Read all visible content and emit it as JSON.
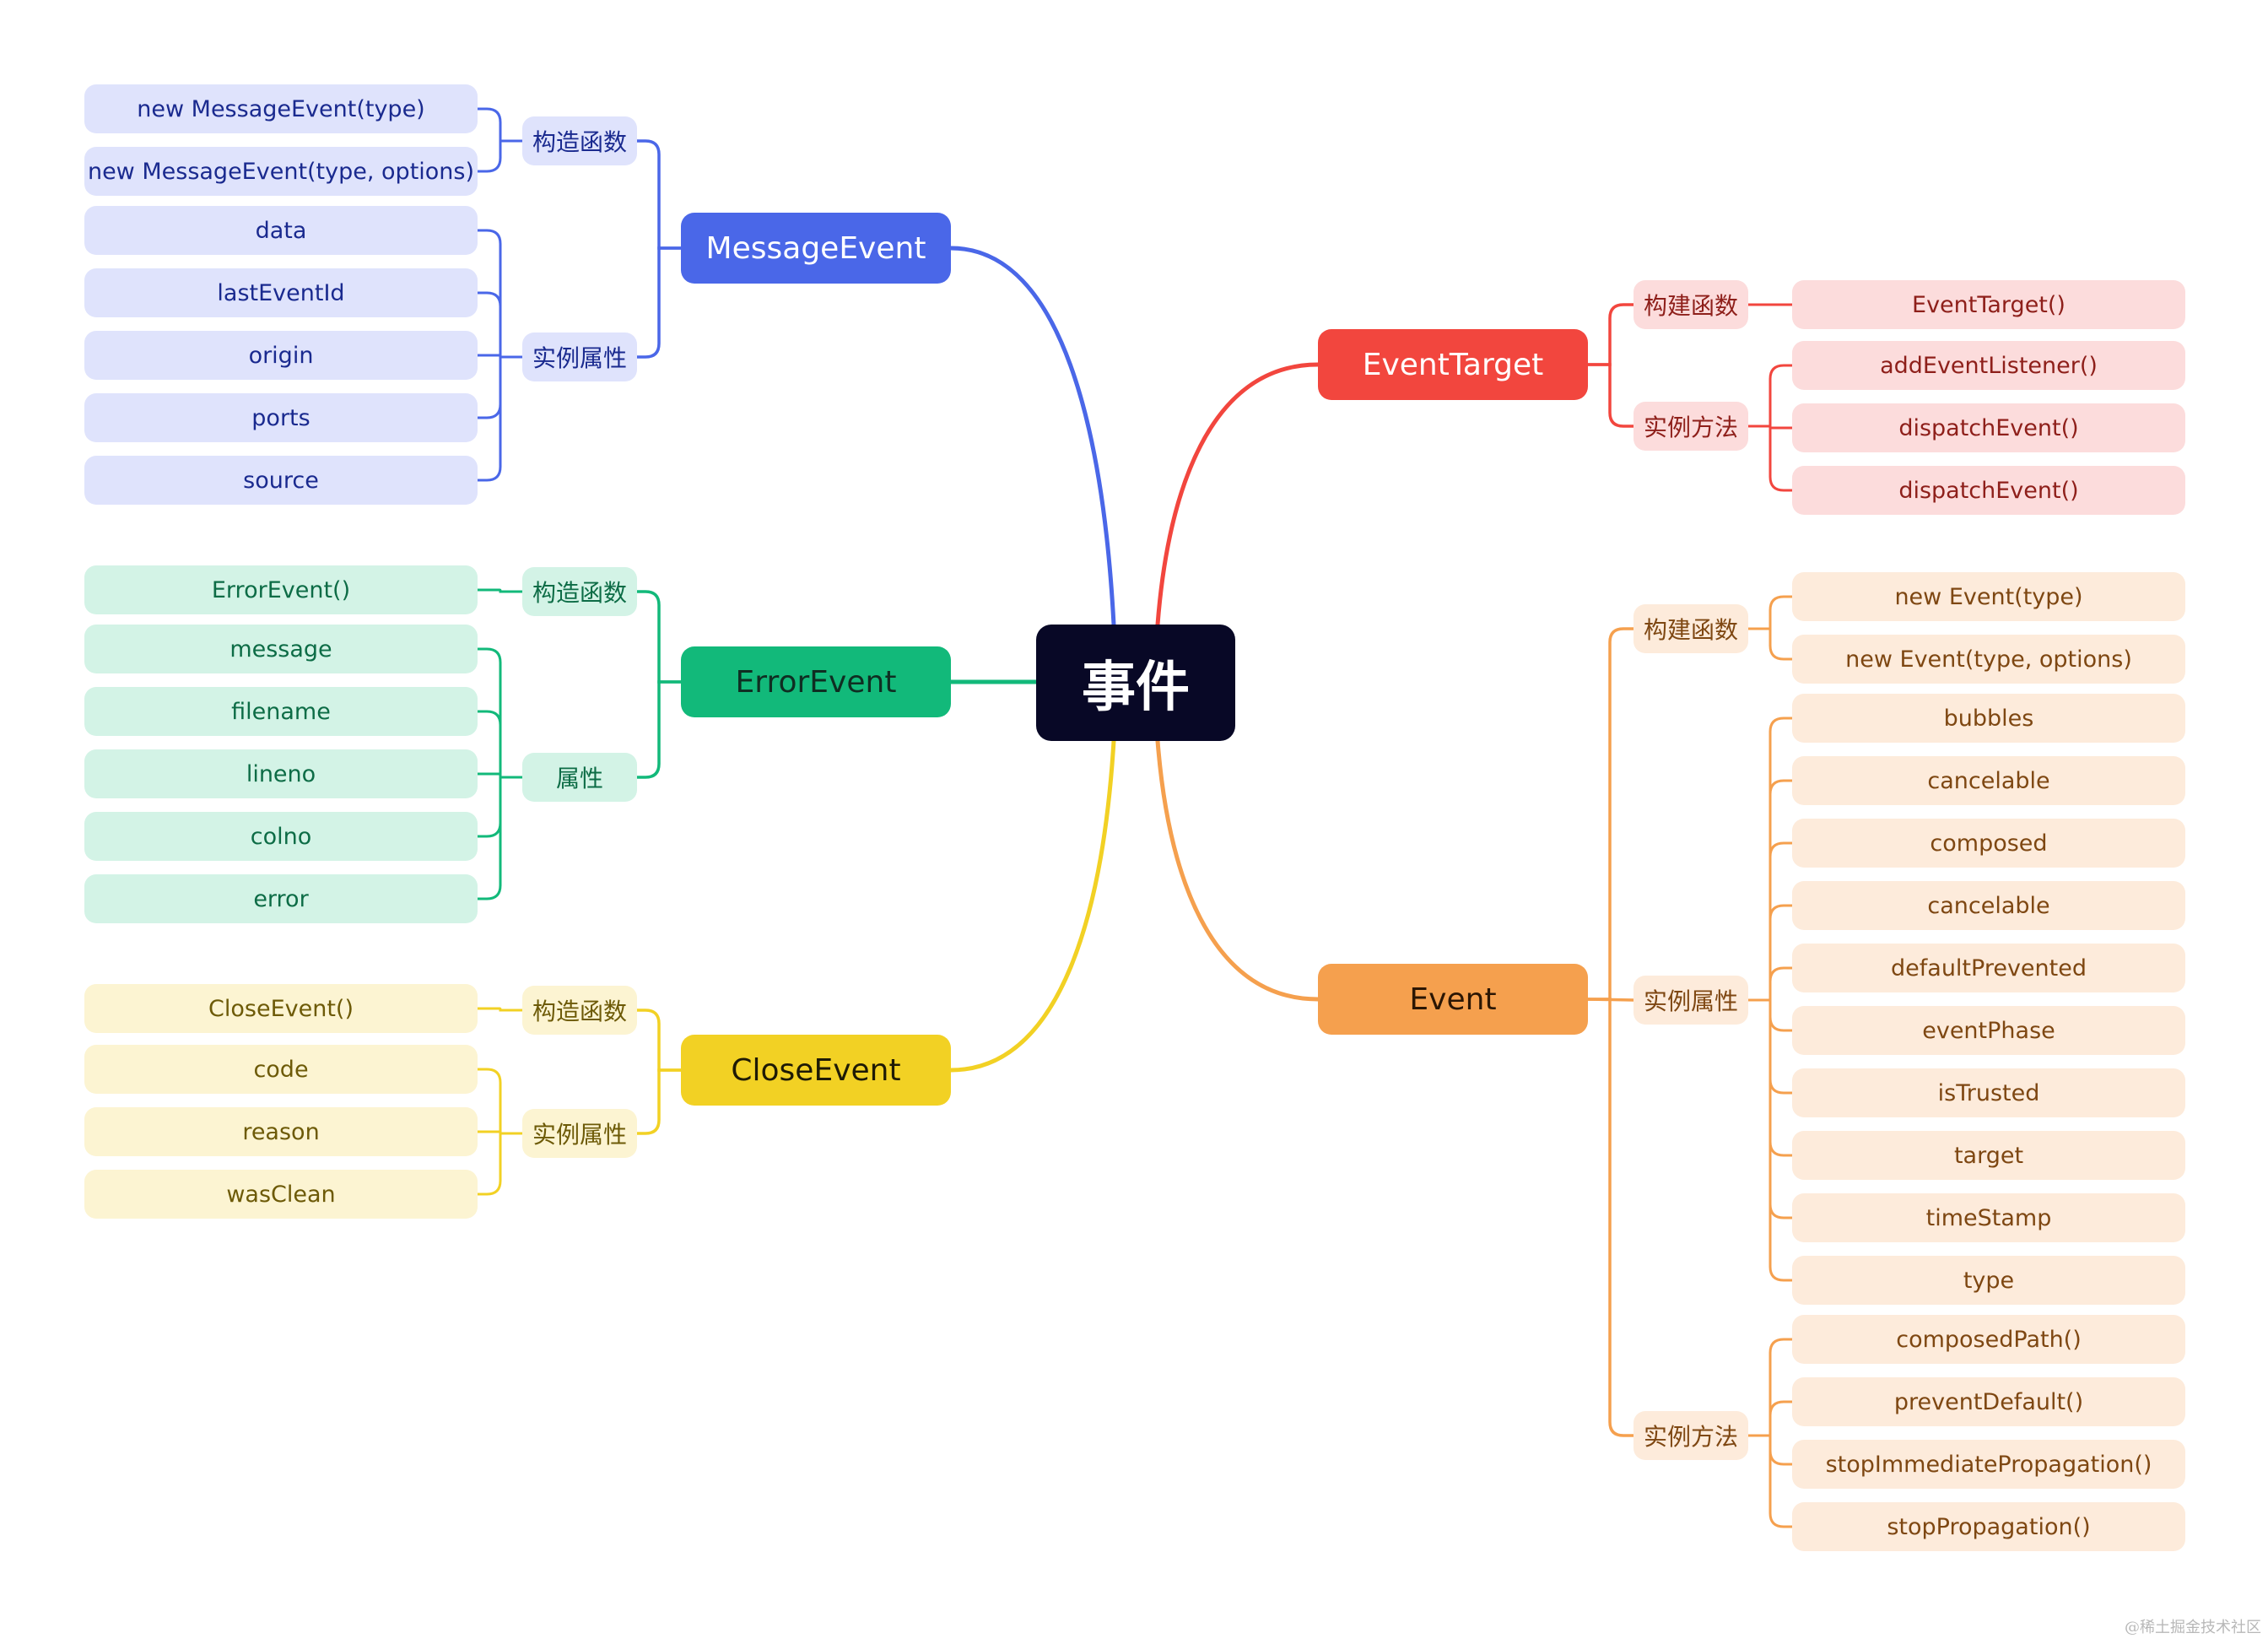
{
  "root": "事件",
  "watermark": "@稀土掘金技术社区",
  "branches": [
    {
      "id": "message",
      "label": "MessageEvent",
      "color": "#4a67e8",
      "light": "#dfe3fc",
      "subtext": "#1a2a8f",
      "textColor": "#ffffff",
      "groups": [
        {
          "label": "构造函数",
          "items": [
            "new MessageEvent(type)",
            "new MessageEvent(type, options)"
          ]
        },
        {
          "label": "实例属性",
          "items": [
            "data",
            "lastEventId",
            "origin",
            "ports",
            "source"
          ]
        }
      ]
    },
    {
      "id": "error",
      "label": "ErrorEvent",
      "color": "#12b97a",
      "light": "#d3f3e6",
      "subtext": "#0d6c46",
      "textColor": "#0f2e22",
      "groups": [
        {
          "label": "构造函数",
          "items": [
            "ErrorEvent()"
          ]
        },
        {
          "label": "属性",
          "items": [
            "message",
            "filename",
            "lineno",
            "colno",
            "error"
          ]
        }
      ]
    },
    {
      "id": "close",
      "label": "CloseEvent",
      "color": "#f2d124",
      "light": "#fcf4d2",
      "subtext": "#6d5a07",
      "textColor": "#1e1a05",
      "groups": [
        {
          "label": "构造函数",
          "items": [
            "CloseEvent()"
          ]
        },
        {
          "label": "实例属性",
          "items": [
            "code",
            "reason",
            "wasClean"
          ]
        }
      ]
    },
    {
      "id": "target",
      "label": "EventTarget",
      "color": "#f2463e",
      "light": "#fcdcdc",
      "subtext": "#8e1f1a",
      "textColor": "#ffffff",
      "groups": [
        {
          "label": "构建函数",
          "items": [
            "EventTarget()"
          ]
        },
        {
          "label": "实例方法",
          "items": [
            "addEventListener()",
            "dispatchEvent()",
            "dispatchEvent()"
          ]
        }
      ]
    },
    {
      "id": "event",
      "label": "Event",
      "color": "#f5a04e",
      "light": "#fdebdb",
      "subtext": "#7e4712",
      "textColor": "#2b1604",
      "groups": [
        {
          "label": "构建函数",
          "items": [
            "new Event(type)",
            "new Event(type, options)"
          ]
        },
        {
          "label": "实例属性",
          "items": [
            "bubbles",
            "cancelable",
            "composed",
            "cancelable",
            "defaultPrevented",
            "eventPhase",
            "isTrusted",
            "target",
            "timeStamp",
            "type"
          ]
        },
        {
          "label": "实例方法",
          "items": [
            "composedPath()",
            "preventDefault()",
            "stopImmediatePropagation()",
            "stopPropagation()"
          ]
        }
      ]
    }
  ]
}
